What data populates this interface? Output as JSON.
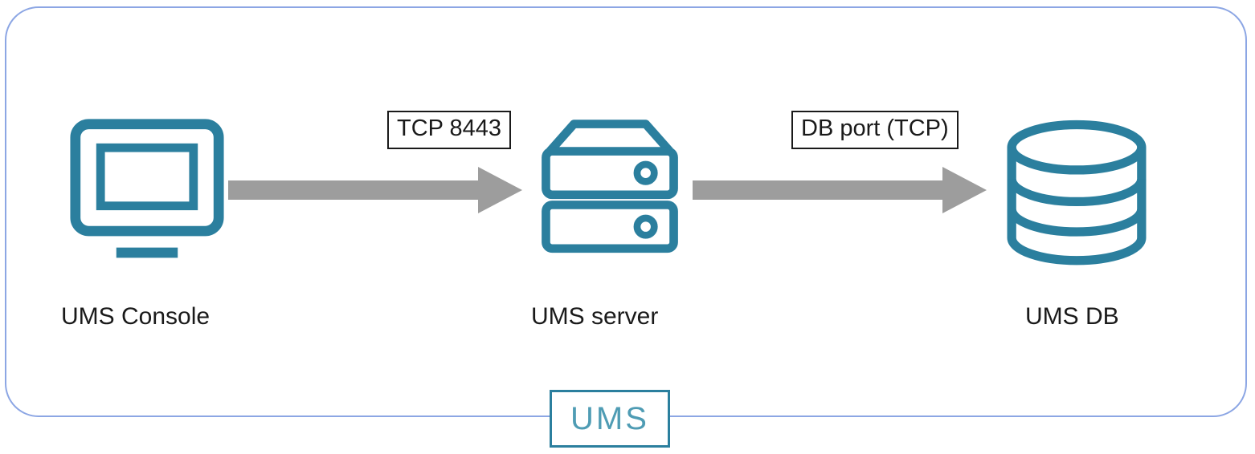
{
  "diagram": {
    "type": "network-architecture",
    "colors": {
      "accent": "#2b7f9e",
      "badge_text": "#4f9cb4",
      "frame_border": "#8ca6e4",
      "arrow": "#9d9d9d",
      "label_border": "#1a1a1a"
    },
    "nodes": [
      {
        "id": "ums-console",
        "label": "UMS Console",
        "icon": "monitor-icon"
      },
      {
        "id": "ums-server",
        "label": "UMS server",
        "icon": "server-icon"
      },
      {
        "id": "ums-db",
        "label": "UMS DB",
        "icon": "database-icon"
      }
    ],
    "connections": [
      {
        "from": "ums-console",
        "to": "ums-server",
        "label": "TCP 8443"
      },
      {
        "from": "ums-server",
        "to": "ums-db",
        "label": "DB port (TCP)"
      }
    ],
    "badge": {
      "label": "UMS"
    }
  }
}
